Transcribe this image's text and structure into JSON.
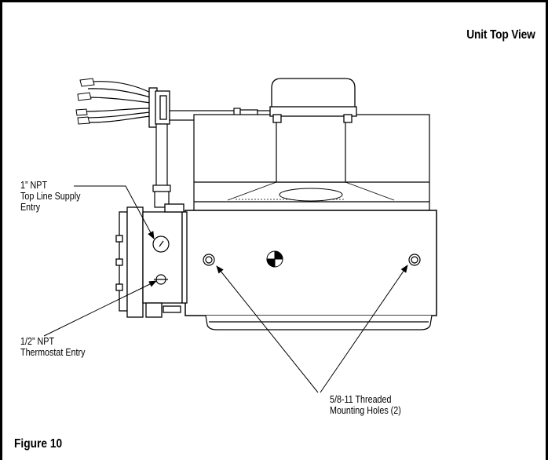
{
  "title": "Unit Top View",
  "figure_label": "Figure 10",
  "callouts": {
    "top_line_supply": [
      "1” NPT",
      "Top Line Supply",
      "Entry"
    ],
    "thermostat": [
      "1/2” NPT",
      "Thermostat Entry"
    ],
    "mounting_holes": [
      "5/8-11 Threaded",
      "Mounting Holes (2)"
    ]
  }
}
